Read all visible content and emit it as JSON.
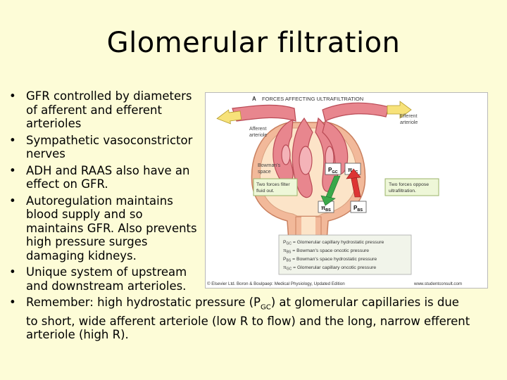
{
  "title": "Glomerular filtration",
  "bullets": [
    "GFR controlled by diameters of afferent and efferent arterioles",
    "Sympathetic vasoconstrictor nerves",
    "ADH and RAAS also have an effect on GFR.",
    "Autoregulation maintains blood supply and so maintains GFR. Also prevents high pressure surges damaging kidneys.",
    "Unique system of upstream and downstream arterioles."
  ],
  "last_bullet": {
    "before": "Remember: high hydrostatic pressure (P",
    "sub": "GC",
    "after": ") at glomerular capillaries is due to short, wide afferent arteriole (low R to flow) and the long, narrow efferent arteriole (high R)."
  },
  "figure": {
    "panel_letter": "A",
    "panel_title": "FORCES AFFECTING ULTRAFILTRATION",
    "afferent_label": [
      "Afferent",
      "arteriole"
    ],
    "efferent_label": [
      "Efferent",
      "arteriole"
    ],
    "bowman_label": [
      "Bowman's",
      "space"
    ],
    "filter_box": [
      "Two forces filter",
      "fluid out."
    ],
    "oppose_box": [
      "Two forces oppose",
      "ultrafiltration."
    ],
    "force_pgc": [
      "P",
      "GC"
    ],
    "force_pigc": [
      "π",
      "GC"
    ],
    "force_pibs": [
      "π",
      "BS"
    ],
    "force_pbs": [
      "P",
      "BS"
    ],
    "legend": [
      {
        "sym": "P",
        "sub": "GC",
        "text": " = Glomerular capillary hydrostatic pressure"
      },
      {
        "sym": "π",
        "sub": "BS",
        "text": " = Bowman's space oncotic pressure"
      },
      {
        "sym": "P",
        "sub": "BS",
        "text": " = Bowman's space hydrostatic pressure"
      },
      {
        "sym": "π",
        "sub": "GC",
        "text": " = Glomerular capillary oncotic pressure"
      }
    ],
    "credit": "© Elsevier Ltd. Boron & Boulpaep: Medical Physiology, Updated Edition",
    "credit_url": "www.studentconsult.com",
    "colors": {
      "vessel": "#e8868e",
      "vessel_dark": "#b94a55",
      "capsule": "#f2b99a",
      "space": "#fce4c8",
      "green": "#3aa84a",
      "red": "#dd3434",
      "box_fill": "#eef7d8",
      "box_border": "#9bb36a",
      "arrow_fill": "#f7e27a"
    }
  }
}
